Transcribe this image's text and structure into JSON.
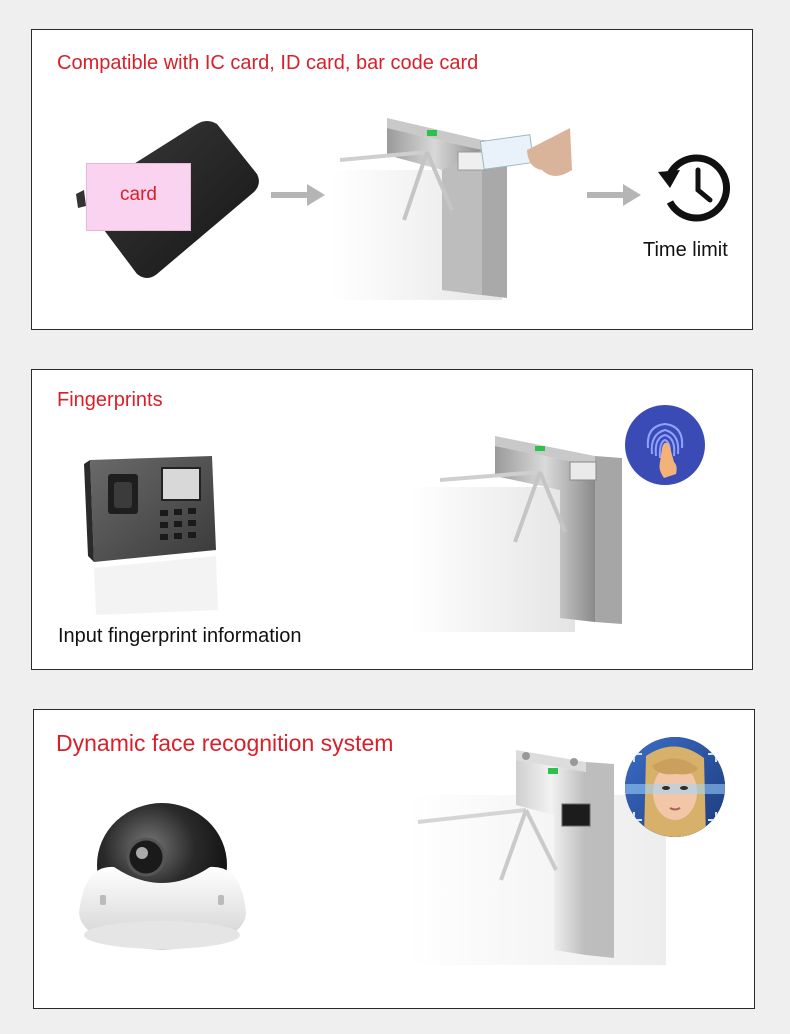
{
  "panels": [
    {
      "title": "Compatible with IC card, ID card, bar code card",
      "card_label": "card",
      "caption": "Time limit",
      "icons": [
        "card-reader-icon",
        "arrow-right-icon",
        "tripod-turnstile-icon",
        "clock-history-icon"
      ]
    },
    {
      "title": "Fingerprints",
      "caption": "Input fingerprint information",
      "icons": [
        "fingerprint-terminal-icon",
        "tripod-turnstile-icon",
        "fingerprint-icon"
      ]
    },
    {
      "title": "Dynamic face recognition system",
      "icons": [
        "dome-camera-icon",
        "tripod-turnstile-icon",
        "face-scan-icon"
      ]
    }
  ],
  "colors": {
    "title_red": "#d9202a",
    "card_pink": "#f9d3ef",
    "fingerprint_blue": "#3b4bb5",
    "panel_border": "#2a2a2a",
    "page_bg": "#efefef"
  }
}
